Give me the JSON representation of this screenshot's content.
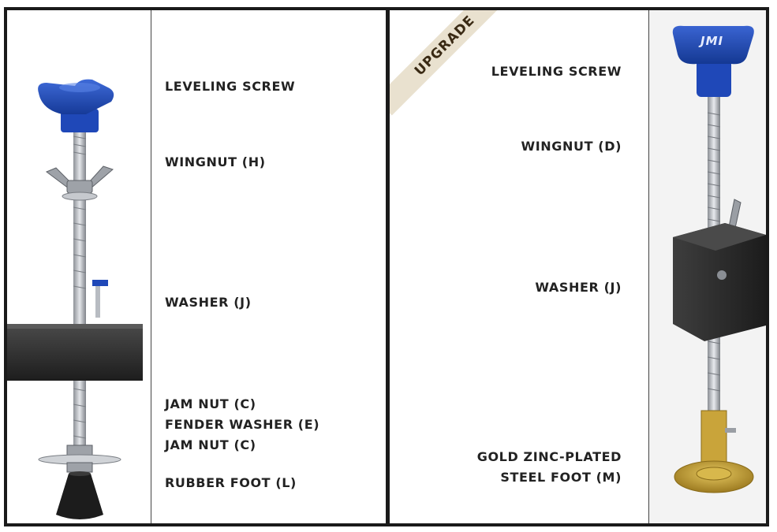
{
  "left": {
    "labels": [
      "LEVELING SCREW",
      "WINGNUT (H)",
      "WASHER (J)",
      "JAM NUT (C)",
      "FENDER WASHER (E)",
      "JAM NUT (C)",
      "RUBBER FOOT (L)"
    ]
  },
  "right": {
    "badge": "UPGRADE",
    "knob_brand": "JMI",
    "labels": [
      "LEVELING SCREW",
      "WINGNUT (D)",
      "WASHER (J)",
      "GOLD ZINC-PLATED",
      "STEEL FOOT (M)"
    ]
  },
  "colors": {
    "knob_blue": "#1f48b8",
    "block_black": "#262626",
    "steel": "#b8bcc2",
    "rubber": "#1c1c1c",
    "gold_foot": "#c9a43a",
    "banner": "#e9e1cf"
  }
}
